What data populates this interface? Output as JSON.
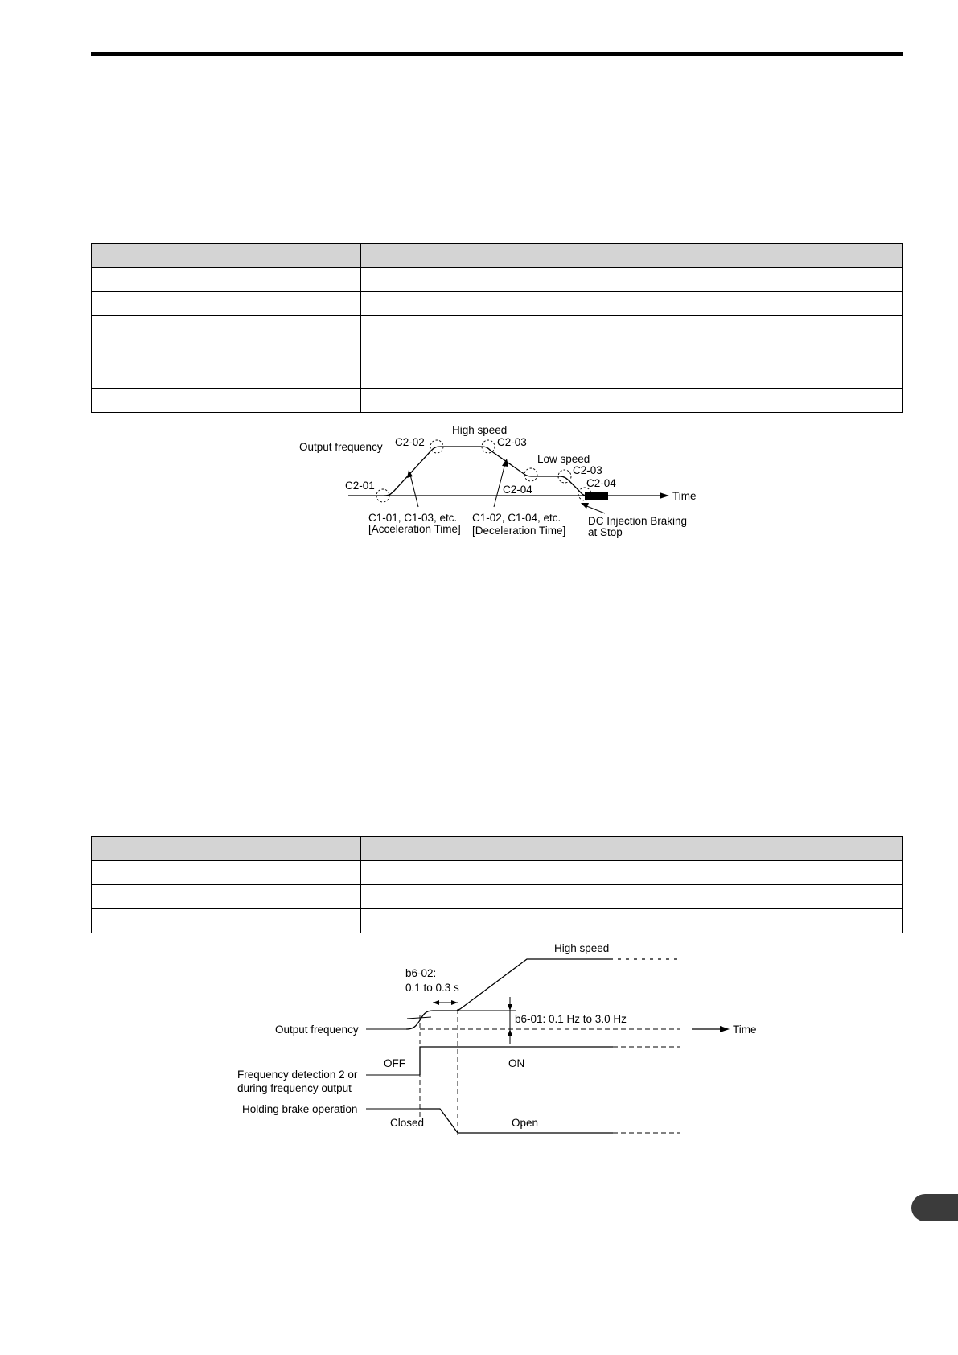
{
  "table1": {
    "header": [
      "",
      ""
    ],
    "rows": [
      [
        "",
        ""
      ],
      [
        "",
        ""
      ],
      [
        "",
        ""
      ],
      [
        "",
        ""
      ],
      [
        "",
        ""
      ],
      [
        "",
        ""
      ]
    ]
  },
  "table2": {
    "header": [
      "",
      ""
    ],
    "rows": [
      [
        "",
        ""
      ],
      [
        "",
        ""
      ],
      [
        "",
        ""
      ]
    ]
  },
  "diagram1": {
    "output_frequency": "Output frequency",
    "high_speed": "High speed",
    "low_speed": "Low speed",
    "time": "Time",
    "c2_01": "C2-01",
    "c2_02": "C2-02",
    "c2_03_a": "C2-03",
    "c2_03_b": "C2-03",
    "c2_04_a": "C2-04",
    "c2_04_b": "C2-04",
    "accel_params": "C1-01, C1-03, etc.",
    "accel_label": "[Acceleration Time]",
    "decel_params": "C1-02, C1-04, etc.",
    "decel_label": "[Deceleration Time]",
    "dc_braking_1": "DC Injection Braking",
    "dc_braking_2": "at Stop"
  },
  "diagram2": {
    "high_speed": "High speed",
    "b6_02": "b6-02:",
    "b6_02_range": "0.1 to 0.3 s",
    "b6_01": "b6-01: 0.1 Hz to 3.0 Hz",
    "output_frequency": "Output frequency",
    "time": "Time",
    "off": "OFF",
    "on": "ON",
    "freq_detection_1": "Frequency detection 2 or",
    "freq_detection_2": "during frequency output",
    "holding_brake": "Holding brake operation",
    "closed": "Closed",
    "open": "Open"
  }
}
